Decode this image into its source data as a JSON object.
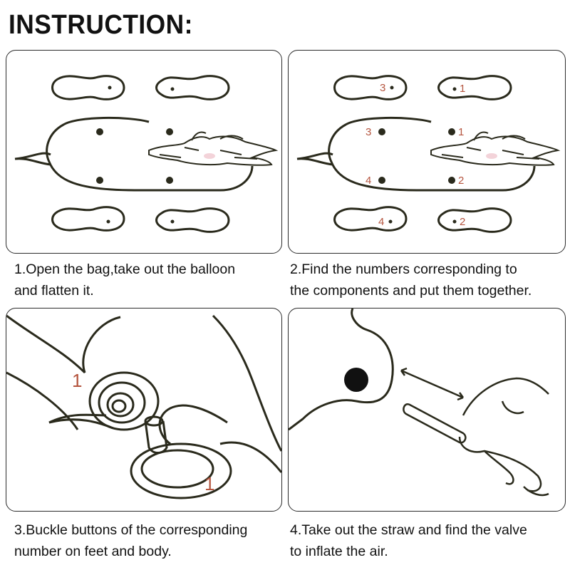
{
  "header": {
    "title": "INSTRUCTION:"
  },
  "colors": {
    "outline": "#2a2a1c",
    "number": "#b5553f",
    "border": "#2c2c2c"
  },
  "steps": [
    {
      "line1": "1.Open the bag,take out the balloon",
      "line2": "and flatten it."
    },
    {
      "line1": "2.Find the numbers corresponding to",
      "line2": "the components and put them together."
    },
    {
      "line1": "3.Buckle buttons of the corresponding",
      "line2": "number on feet and body."
    },
    {
      "line1": "4.Take out the straw and find the valve",
      "line2": "to inflate the air."
    }
  ],
  "step2_labels": {
    "foot_top_left": "3",
    "foot_top_right": "1",
    "body_top_left": "3",
    "body_top_right": "1",
    "body_bottom_left": "4",
    "body_bottom_right": "2",
    "foot_bottom_left": "4",
    "foot_bottom_right": "2"
  },
  "step3_labels": {
    "button_a": "1",
    "button_b": "1"
  }
}
